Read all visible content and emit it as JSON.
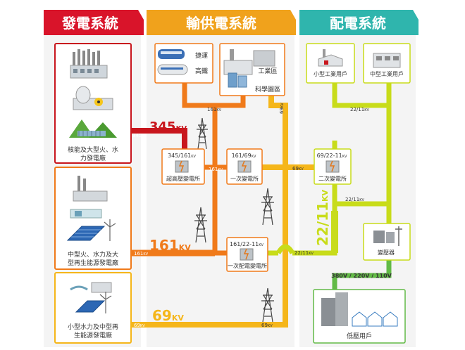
{
  "headers": {
    "generation": "發電系統",
    "transmission": "輸供電系統",
    "distribution": "配電系統"
  },
  "generation": {
    "box1_label_line1": "核能及大型火、水",
    "box1_label_line2": "力發電廠",
    "box2_label_line1": "中型火、水力及大",
    "box2_label_line2": "型再生能源發電廠",
    "box3_label_line1": "小型水力及中型再",
    "box3_label_line2": "生能源發電廠"
  },
  "transmission": {
    "rail_line1": "捷運",
    "rail_line2": "高鐵",
    "industry_label1": "工業區",
    "industry_label2": "科學園區",
    "ehv_sub_ratio": "345/161",
    "ehv_sub_ratio_unit": "KV",
    "ehv_sub_name": "超高壓變電所",
    "primary_sub_ratio": "161/69",
    "primary_sub_ratio_unit": "KV",
    "primary_sub_name": "一次變電所",
    "dist_sub_ratio": "161/22-11",
    "dist_sub_ratio_unit": "KV",
    "dist_sub_name": "一次配電變電所"
  },
  "distribution": {
    "small_user": "小型工業用戶",
    "mid_user": "中型工業用戶",
    "secondary_sub_ratio": "69/22-11",
    "secondary_sub_ratio_unit": "KV",
    "secondary_sub_name": "二次變電所",
    "transformer_name": "變壓器",
    "low_voltage": "380V / 220V / 110V",
    "low_user": "低壓用戶"
  },
  "voltages": {
    "v345": "345",
    "v161": "161",
    "v69": "69",
    "v2211": "22/11",
    "unit_kv": "KV"
  },
  "small_labels": {
    "kv345": "345",
    "kv161": "161",
    "kv69": "69",
    "kv2211": "22/11",
    "unit": "KV"
  },
  "colors": {
    "generation_header": "#d9142a",
    "transmission_header": "#f0a21c",
    "distribution_header": "#2fb5ad",
    "line_345": "#c8161d",
    "line_161": "#f07a1a",
    "line_69": "#f5b61a",
    "line_2211": "#c8dc1a",
    "line_low": "#62ba46"
  }
}
